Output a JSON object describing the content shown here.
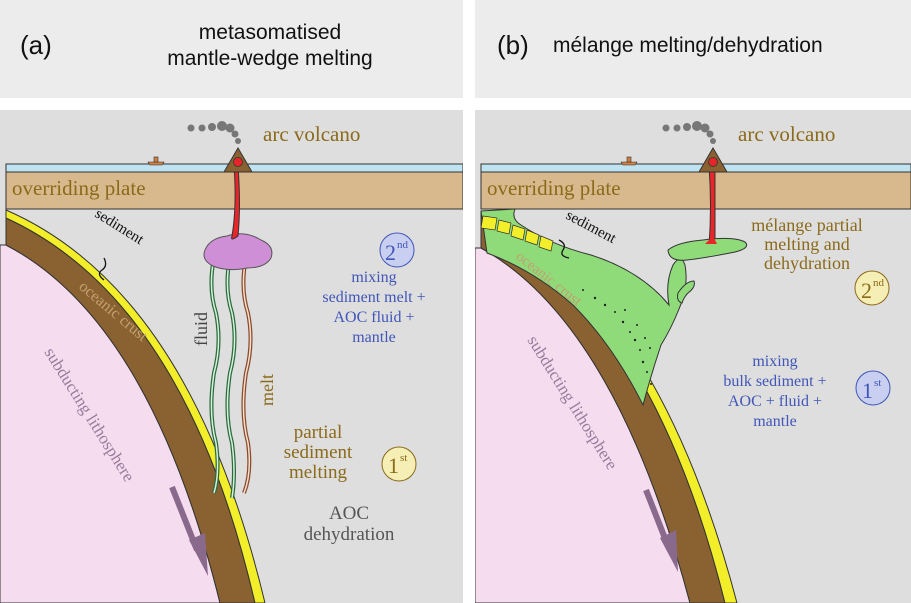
{
  "panel_a": {
    "letter": "(a)",
    "title_line1": "metasomatised",
    "title_line2": "mantle-wedge melting",
    "arc_volcano": "arc volcano",
    "overriding_plate": "overriding plate",
    "sediment": "sediment",
    "oceanic_crust": "oceanic crust",
    "subducting_lithosphere": "subducting lithosphere",
    "fluid": "fluid",
    "melt": "melt",
    "stage2": "2",
    "stage2_sup": "nd",
    "mixing_line1": "mixing",
    "mixing_line2": "sediment melt +",
    "mixing_line3": "AOC fluid +",
    "mixing_line4": "mantle",
    "partial_line1": "partial",
    "partial_line2": "sediment",
    "partial_line3": "melting",
    "stage1": "1",
    "stage1_sup": "st",
    "aoc_line1": "AOC",
    "aoc_line2": "dehydration"
  },
  "panel_b": {
    "letter": "(b)",
    "title": "mélange melting/dehydration",
    "arc_volcano": "arc volcano",
    "overriding_plate": "overriding plate",
    "sediment": "sediment",
    "oceanic_crust": "oceanic crust",
    "subducting_lithosphere": "subducting lithosphere",
    "melange_line1": "mélange partial",
    "melange_line2": "melting and",
    "melange_line3": "dehydration",
    "stage2": "2",
    "stage2_sup": "nd",
    "mixing_line1": "mixing",
    "mixing_line2": "bulk sediment +",
    "mixing_line3": "AOC + fluid +",
    "mixing_line4": "mantle",
    "stage1": "1",
    "stage1_sup": "st"
  },
  "colors": {
    "panel_bg": "#dedede",
    "header_bg": "#ececec",
    "plate": "#d8b98d",
    "sea": "#bfe3f0",
    "crust": "#8a6232",
    "sediment": "#f2ee2a",
    "lithosphere": "#f6dcef",
    "melange": "#8fdb7a",
    "blob": "#cf8fd6",
    "magma": "#e8262a",
    "brown_text": "#8b6a1a",
    "blue_text": "#4056b8",
    "stage2_a_circle": "#c9cff0",
    "stage1_a_circle": "#f5efb6",
    "stage2_b_circle": "#f5efb6",
    "stage1_b_circle": "#c9cff0"
  }
}
